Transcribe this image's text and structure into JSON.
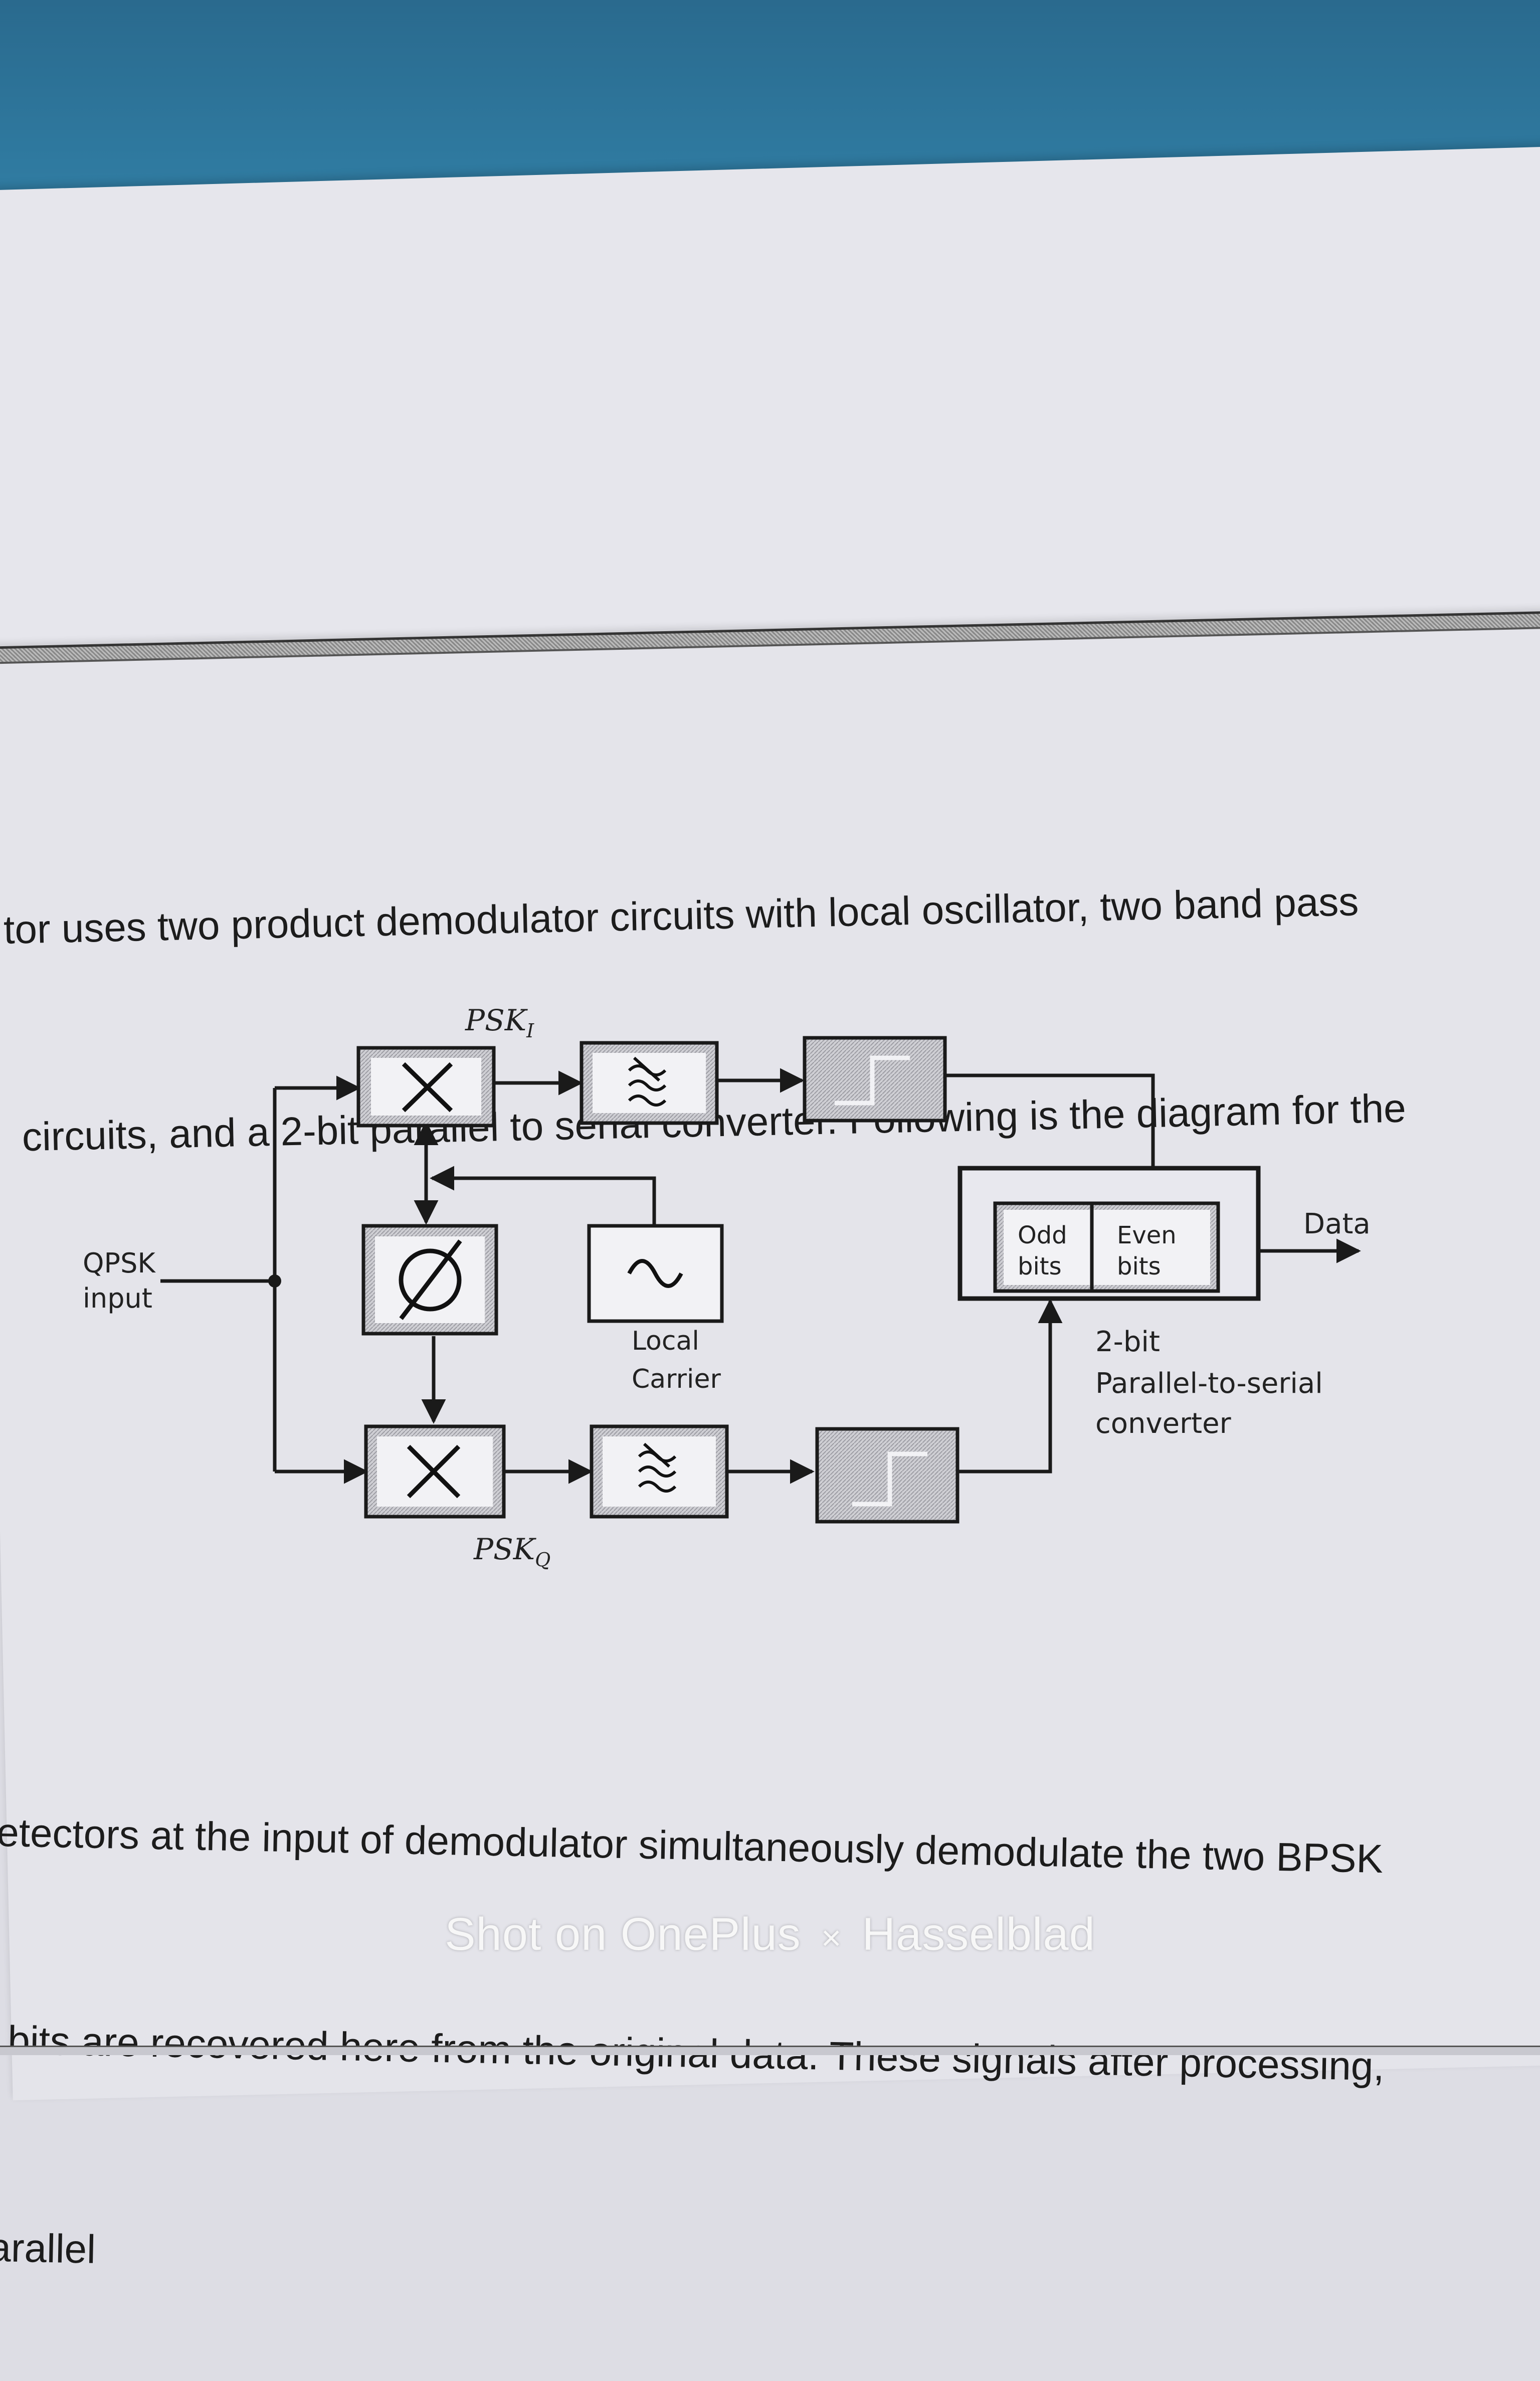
{
  "document": {
    "paragraph_top": [
      "tor uses two product demodulator circuits with local oscillator, two band pass",
      "circuits, and a 2-bit parallel to serial converter. Following is the diagram for the"
    ],
    "paragraph_bottom": [
      "etectors at the input of demodulator simultaneously demodulate the two BPSK",
      "bits are recovered here from the original data. These signals after processing,",
      "arallel"
    ]
  },
  "diagram": {
    "label_psk_i": "PSK",
    "label_psk_i_sub": "I",
    "label_psk_q": "PSK",
    "label_psk_q_sub": "Q",
    "label_input_1": "QPSK",
    "label_input_2": "input",
    "label_local_1": "Local",
    "label_local_2": "Carrier",
    "label_odd_1": "Odd",
    "label_odd_2": "bits",
    "label_even_1": "Even",
    "label_even_2": "bits",
    "label_data": "Data",
    "label_conv_1": "2-bit",
    "label_conv_2": "Parallel-to-serial",
    "label_conv_3": "converter",
    "icon_multiplier": "multiply-icon",
    "icon_phase_shift": "phase-shift-icon",
    "icon_filter": "filter-icon",
    "icon_oscillator": "sine-wave-icon",
    "icon_decision": "step-icon"
  },
  "watermark": {
    "brand": "Shot on OnePlus",
    "separator": "×",
    "partner": "Hasselblad"
  }
}
